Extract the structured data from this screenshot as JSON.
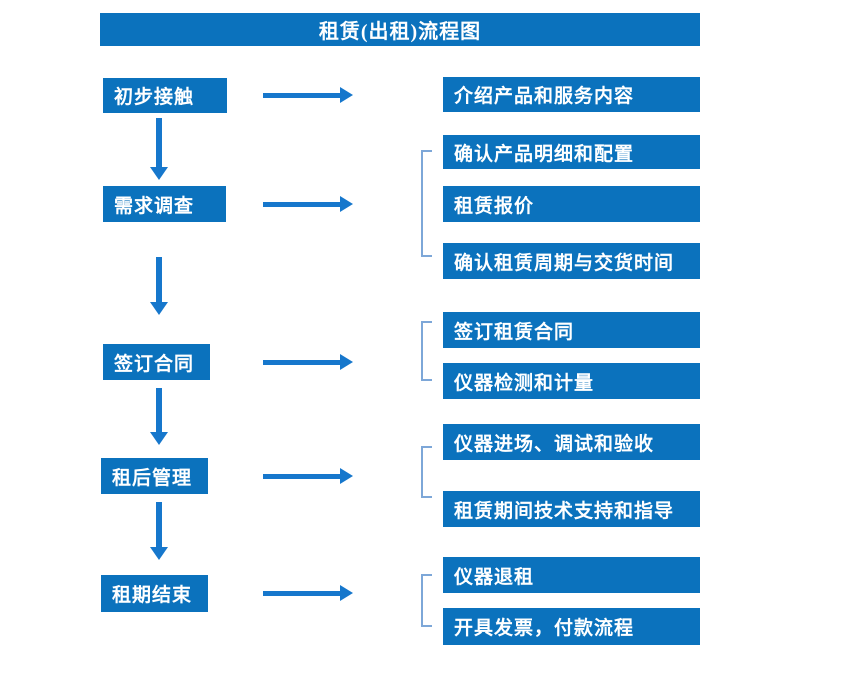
{
  "title": "租赁(出租)流程图",
  "colors": {
    "box_blue": "#0b72bd",
    "arrow_blue": "#1677cc",
    "bracket_blue": "#7da7d8",
    "text_white": "#ffffff",
    "background": "#ffffff"
  },
  "steps": [
    {
      "label": "初步接触",
      "details": [
        "介绍产品和服务内容"
      ]
    },
    {
      "label": "需求调查",
      "details": [
        "确认产品明细和配置",
        "租赁报价",
        "确认租赁周期与交货时间"
      ]
    },
    {
      "label": "签订合同",
      "details": [
        "签订租赁合同",
        "仪器检测和计量"
      ]
    },
    {
      "label": "租后管理",
      "details": [
        "仪器进场、调试和验收",
        "租赁期间技术支持和指导"
      ]
    },
    {
      "label": "租期结束",
      "details": [
        "仪器退租",
        "开具发票，付款流程"
      ]
    }
  ]
}
